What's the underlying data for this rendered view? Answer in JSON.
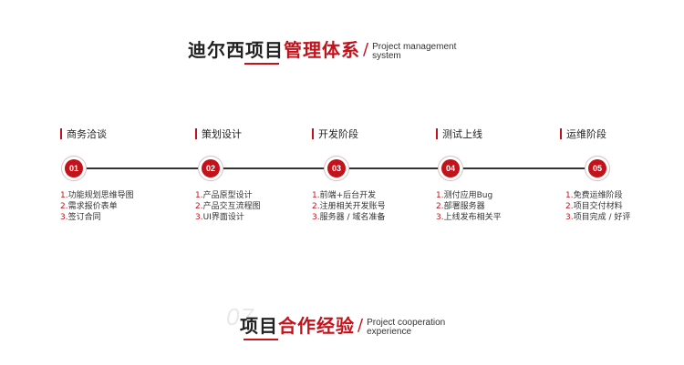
{
  "header": {
    "title_dark": "迪尔西",
    "title_mid": "项目",
    "title_red": "管理体系",
    "slash": "/",
    "en_line1": "Project management",
    "en_line2": "system"
  },
  "stages": [
    {
      "label": "商务洽谈",
      "number": "01",
      "items": [
        "功能规划思维导图",
        "需求报价表单",
        "签订合同"
      ]
    },
    {
      "label": "策划设计",
      "number": "02",
      "items": [
        "产品原型设计",
        "产品交互流程图",
        "UI界面设计"
      ]
    },
    {
      "label": "开发阶段",
      "number": "03",
      "items": [
        "前端+后台开发",
        "注册相关开发账号",
        "服务器 / 域名准备"
      ]
    },
    {
      "label": "测试上线",
      "number": "04",
      "items": [
        "测付应用Bug",
        "部署服务器",
        "上线发布相关平"
      ]
    },
    {
      "label": "运维阶段",
      "number": "05",
      "items": [
        "免费运维阶段",
        "项目交付材料",
        "项目完成 / 好评"
      ]
    }
  ],
  "footer": {
    "ghost_number": "07",
    "title_dark": "项目",
    "title_red": "合作经验",
    "slash": "/",
    "en_line1": "Project cooperation",
    "en_line2": "experience"
  },
  "colors": {
    "accent": "#c4121b",
    "line": "#333333"
  }
}
